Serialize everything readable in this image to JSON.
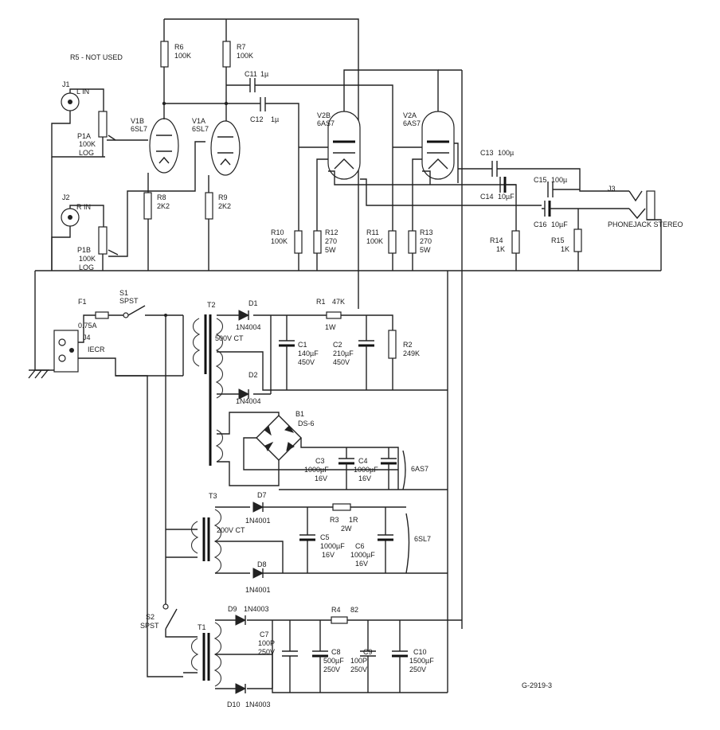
{
  "note": "R5 - NOT USED",
  "drawing_id": "G-2919-3",
  "tubes": {
    "v1b": {
      "ref": "V1B",
      "type": "6SL7"
    },
    "v1a": {
      "ref": "V1A",
      "type": "6SL7"
    },
    "v2b": {
      "ref": "V2B",
      "type": "6AS7"
    },
    "v2a": {
      "ref": "V2A",
      "type": "6AS7"
    }
  },
  "jacks": {
    "j1": {
      "ref": "J1",
      "label": "L IN"
    },
    "j2": {
      "ref": "J2",
      "label": "R IN"
    },
    "j3": {
      "ref": "J3",
      "label": "PHONEJACK STEREO"
    },
    "j4": {
      "ref": "J4",
      "label": "IECR"
    }
  },
  "pots": {
    "p1a": {
      "ref": "P1A",
      "value": "100K",
      "taper": "LOG"
    },
    "p1b": {
      "ref": "P1B",
      "value": "100K",
      "taper": "LOG"
    }
  },
  "resistors": {
    "r6": {
      "ref": "R6",
      "value": "100K"
    },
    "r7": {
      "ref": "R7",
      "value": "100K"
    },
    "r8": {
      "ref": "R8",
      "value": "2K2"
    },
    "r9": {
      "ref": "R9",
      "value": "2K2"
    },
    "r10": {
      "ref": "R10",
      "value": "100K"
    },
    "r11": {
      "ref": "R11",
      "value": "100K"
    },
    "r12": {
      "ref": "R12",
      "value": "270",
      "power": "5W"
    },
    "r13": {
      "ref": "R13",
      "value": "270",
      "power": "5W"
    },
    "r14": {
      "ref": "R14",
      "value": "1K"
    },
    "r15": {
      "ref": "R15",
      "value": "1K"
    },
    "r1": {
      "ref": "R1",
      "value": "47K",
      "power": "1W"
    },
    "r2": {
      "ref": "R2",
      "value": "249K"
    },
    "r3": {
      "ref": "R3",
      "value": "1R",
      "power": "2W"
    },
    "r4": {
      "ref": "R4",
      "value": "82"
    }
  },
  "capacitors": {
    "c11": {
      "ref": "C11",
      "value": "1µ"
    },
    "c12": {
      "ref": "C12",
      "value": "1µ"
    },
    "c13": {
      "ref": "C13",
      "value": "100µ"
    },
    "c14": {
      "ref": "C14",
      "value": "10µF"
    },
    "c15": {
      "ref": "C15",
      "value": "100µ"
    },
    "c16": {
      "ref": "C16",
      "value": "10µF"
    },
    "c1": {
      "ref": "C1",
      "value": "140µF",
      "voltage": "450V"
    },
    "c2": {
      "ref": "C2",
      "value": "210µF",
      "voltage": "450V"
    },
    "c3": {
      "ref": "C3",
      "value": "1000µF",
      "voltage": "16V"
    },
    "c4": {
      "ref": "C4",
      "value": "1000µF",
      "voltage": "16V"
    },
    "c5": {
      "ref": "C5",
      "value": "1000µF",
      "voltage": "16V"
    },
    "c6": {
      "ref": "C6",
      "value": "1000µF",
      "voltage": "16V"
    },
    "c7": {
      "ref": "C7",
      "value": "100P",
      "voltage": "250V"
    },
    "c8": {
      "ref": "C8",
      "value": "500µF",
      "voltage": "250V"
    },
    "c9": {
      "ref": "C9",
      "value": "100P",
      "voltage": "250V"
    },
    "c10": {
      "ref": "C10",
      "value": "1500µF",
      "voltage": "250V"
    }
  },
  "diodes": {
    "d1": {
      "ref": "D1",
      "part": "1N4004"
    },
    "d2": {
      "ref": "D2",
      "part": "1N4004"
    },
    "d7": {
      "ref": "D7",
      "part": "1N4001"
    },
    "d8": {
      "ref": "D8",
      "part": "1N4001"
    },
    "d9": {
      "ref": "D9",
      "part": "1N4003"
    },
    "d10": {
      "ref": "D10",
      "part": "1N4003"
    }
  },
  "bridge": {
    "ref": "B1",
    "part": "DS-6"
  },
  "transformers": {
    "t1": {
      "ref": "T1"
    },
    "t2": {
      "ref": "T2",
      "secondary": "500V CT"
    },
    "t3": {
      "ref": "T3",
      "secondary": "200V CT"
    }
  },
  "switches": {
    "s1": {
      "ref": "S1",
      "type": "SPST"
    },
    "s2": {
      "ref": "S2",
      "type": "SPST"
    }
  },
  "fuse": {
    "ref": "F1",
    "rating": "0.75A"
  },
  "heater_labels": {
    "h6as7": "6AS7",
    "h6sl7": "6SL7"
  },
  "colors": {
    "ink": "#222222",
    "paper": "#ffffff"
  }
}
